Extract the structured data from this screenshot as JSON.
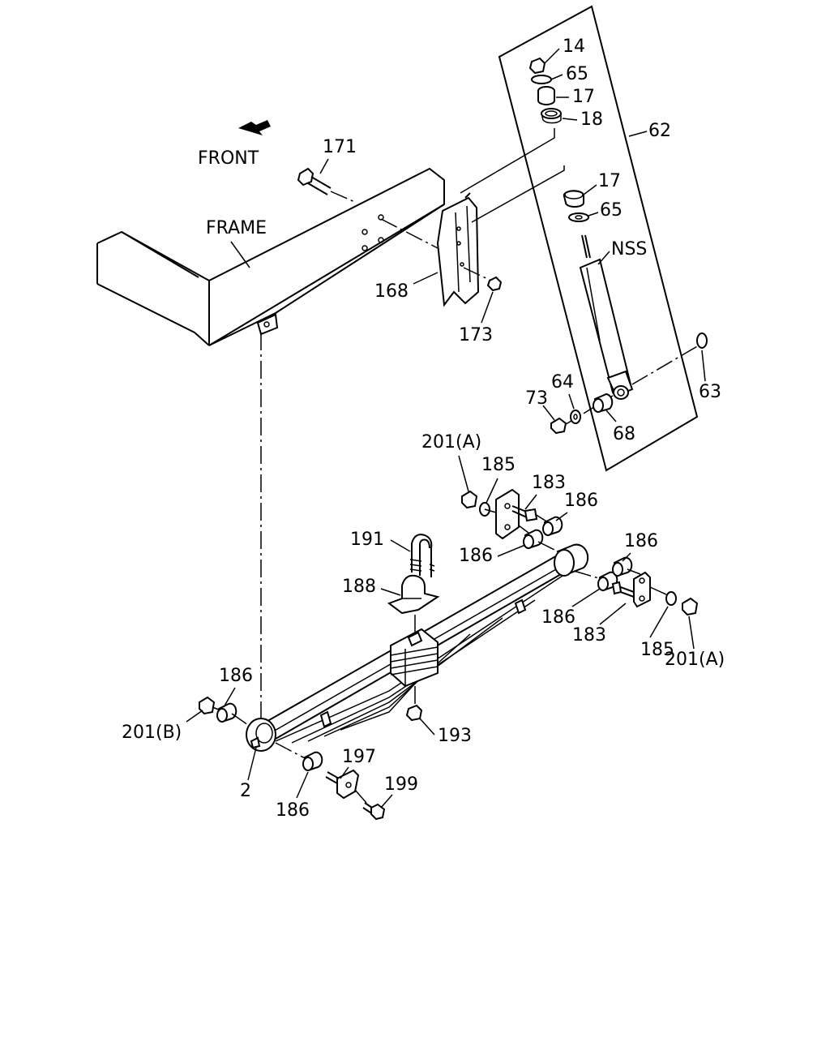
{
  "labels": {
    "front": "FRONT",
    "frame": "FRAME",
    "nss": "NSS",
    "p14": "14",
    "p65a": "65",
    "p17a": "17",
    "p18": "18",
    "p62": "62",
    "p17b": "17",
    "p65b": "65",
    "p171": "171",
    "p168": "168",
    "p173": "173",
    "p63": "63",
    "p64": "64",
    "p73": "73",
    "p68": "68",
    "p201a_top": "201(A)",
    "p185_top": "185",
    "p183_top": "183",
    "p186_top_right": "186",
    "p186_top_left": "186",
    "p191": "191",
    "p188": "188",
    "p186_right_a": "186",
    "p186_right_b": "186",
    "p183_right": "183",
    "p185_right": "185",
    "p201a_right": "201(A)",
    "p186_left_top": "186",
    "p201b": "201(B)",
    "p2": "2",
    "p193": "193",
    "p197": "197",
    "p199": "199",
    "p186_bottom": "186"
  }
}
